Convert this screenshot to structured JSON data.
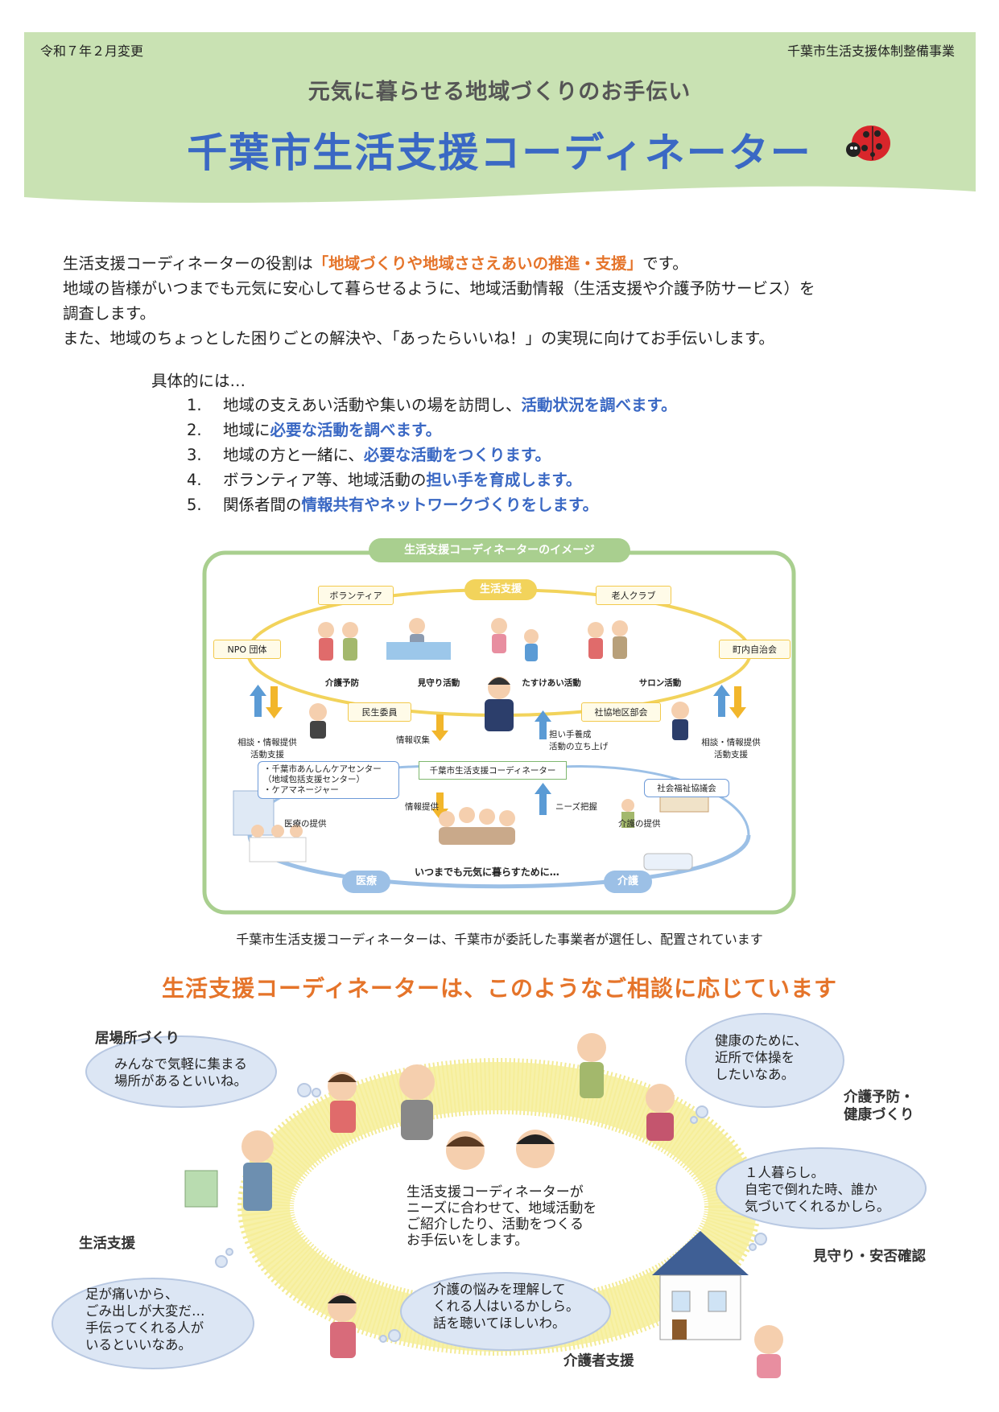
{
  "header": {
    "date": "令和７年２月変更",
    "organization": "千葉市生活支援体制整備事業",
    "subtitle": "元気に暮らせる地域づくりのお手伝い",
    "title": "千葉市生活支援コーディネーター"
  },
  "intro": {
    "line1_pre": "生活支援コーディネーターの役割は",
    "line1_highlight": "「地域づくりや地域ささえあいの推進・支援」",
    "line1_post": "です。",
    "line2": "地域の皆様がいつまでも元気に安心して暮らせるように、地域活動情報（生活支援や介護予防サービス）を",
    "line3": "調査します。",
    "line4": "また、地域のちょっとした困りごとの解決や、「あったらいいね！」の実現に向けてお手伝いします。"
  },
  "specifics": {
    "heading": "具体的には…",
    "items": [
      {
        "num": "1.",
        "pre": "地域の支えあい活動や集いの場を訪問し、",
        "highlight": "活動状況を調べます。"
      },
      {
        "num": "2.",
        "pre": "地域に",
        "highlight": "必要な活動を調べます。"
      },
      {
        "num": "3.",
        "pre": "地域の方と一緒に、",
        "highlight": "必要な活動をつくります。"
      },
      {
        "num": "4.",
        "pre": "ボランティア等、地域活動の",
        "highlight": "担い手を育成します。"
      },
      {
        "num": "5.",
        "pre": "関係者間の",
        "highlight": "情報共有やネットワークづくりをします。"
      }
    ]
  },
  "diagram": {
    "title": "生活支援コーディネーターのイメージ",
    "ring_top": "生活支援",
    "ring_left_bottom": "医療",
    "ring_right_bottom": "介護",
    "tags": {
      "volunteer": "ボランティア",
      "elder_club": "老人クラブ",
      "npo": "NPO 団体",
      "neighborhood": "町内自治会",
      "welfare_commissioner": "民生委員",
      "district_council": "社協地区部会",
      "social_welfare": "社会福祉協議会",
      "coordinator": "千葉市生活支援コーディネーター"
    },
    "activities": [
      "介護予防",
      "見守り活動",
      "たすけあい活動",
      "サロン活動"
    ],
    "left_support": "相談・情報提供\n活動支援",
    "right_support": "相談・情報提供\n活動支援",
    "info_collect": "情報収集",
    "training": "担い手養成\n活動の立ち上げ",
    "care_center": "・千葉市あんしんケアセンター\n（地域包括支援センター）\n・ケアマネージャー",
    "info_provide": "情報提供",
    "needs": "ニーズ把握",
    "medical_provide": "医療の提供",
    "care_provide": "介護の提供",
    "bottom_message": "いつまでも元気に暮らすために…",
    "caption": "千葉市生活支援コーディネーターは、千葉市が委託した事業者が選任し、配置されています"
  },
  "consult": {
    "heading": "生活支援コーディネーターは、このようなご相談に応じています",
    "categories": {
      "ibasho": "居場所づくり",
      "kaigo_yobo": "介護予防・\n健康づくり",
      "seikatsu": "生活支援",
      "mimamori": "見守り・安否確認",
      "kaigosha": "介護者支援"
    },
    "bubbles": {
      "ibasho": "みんなで気軽に集まる\n場所があるといいね。",
      "kaigo_yobo": "健康のために、\n近所で体操を\nしたいなあ。",
      "seikatsu": "足が痛いから、\nごみ出しが大変だ…\n手伝ってくれる人が\nいるといいなあ。",
      "mimamori": "１人暮らし。\n自宅で倒れた時、誰か\n気づいてくれるかしら。",
      "kaigosha": "介護の悩みを理解して\nくれる人はいるかしら。\n話を聴いてほしいわ。"
    },
    "center": "生活支援コーディネーターが\nニーズに合わせて、地域活動を\nご紹介したり、活動をつくる\nお手伝いをします。"
  },
  "colors": {
    "header_green": "#c9e2b3",
    "title_blue": "#3a68c4",
    "accent_orange": "#e5742a",
    "ring_yellow": "#f6ee9a"
  }
}
